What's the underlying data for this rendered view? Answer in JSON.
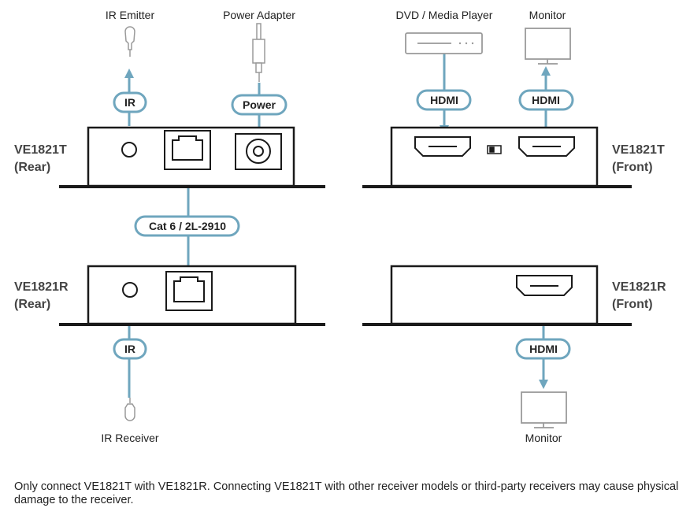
{
  "devices": {
    "transmitter_rear": {
      "name": "VE1821T",
      "side": "(Rear)"
    },
    "transmitter_front": {
      "name": "VE1821T",
      "side": "(Front)"
    },
    "receiver_rear": {
      "name": "VE1821R",
      "side": "(Rear)"
    },
    "receiver_front": {
      "name": "VE1821R",
      "side": "(Front)"
    }
  },
  "peripherals": {
    "ir_emitter": "IR Emitter",
    "power_adapter": "Power Adapter",
    "media_player": "DVD / Media Player",
    "monitor_top": "Monitor",
    "ir_receiver": "IR Receiver",
    "monitor_bottom": "Monitor"
  },
  "cable_labels": {
    "ir_top": "IR",
    "power": "Power",
    "hdmi_in": "HDMI",
    "hdmi_out": "HDMI",
    "cat6": "Cat 6 / 2L-2910",
    "ir_bottom": "IR",
    "hdmi_receiver": "HDMI"
  },
  "note": "Only connect VE1821T with VE1821R. Connecting VE1821T with other receiver models or third-party receivers may cause physical damage to the receiver.",
  "colors": {
    "cable": "#6fa6be",
    "pill_border": "#6fa6be",
    "device_outline": "#1a1a1a",
    "peripheral_outline": "#9a9a9a",
    "text": "#222222",
    "device_label": "#444444"
  }
}
